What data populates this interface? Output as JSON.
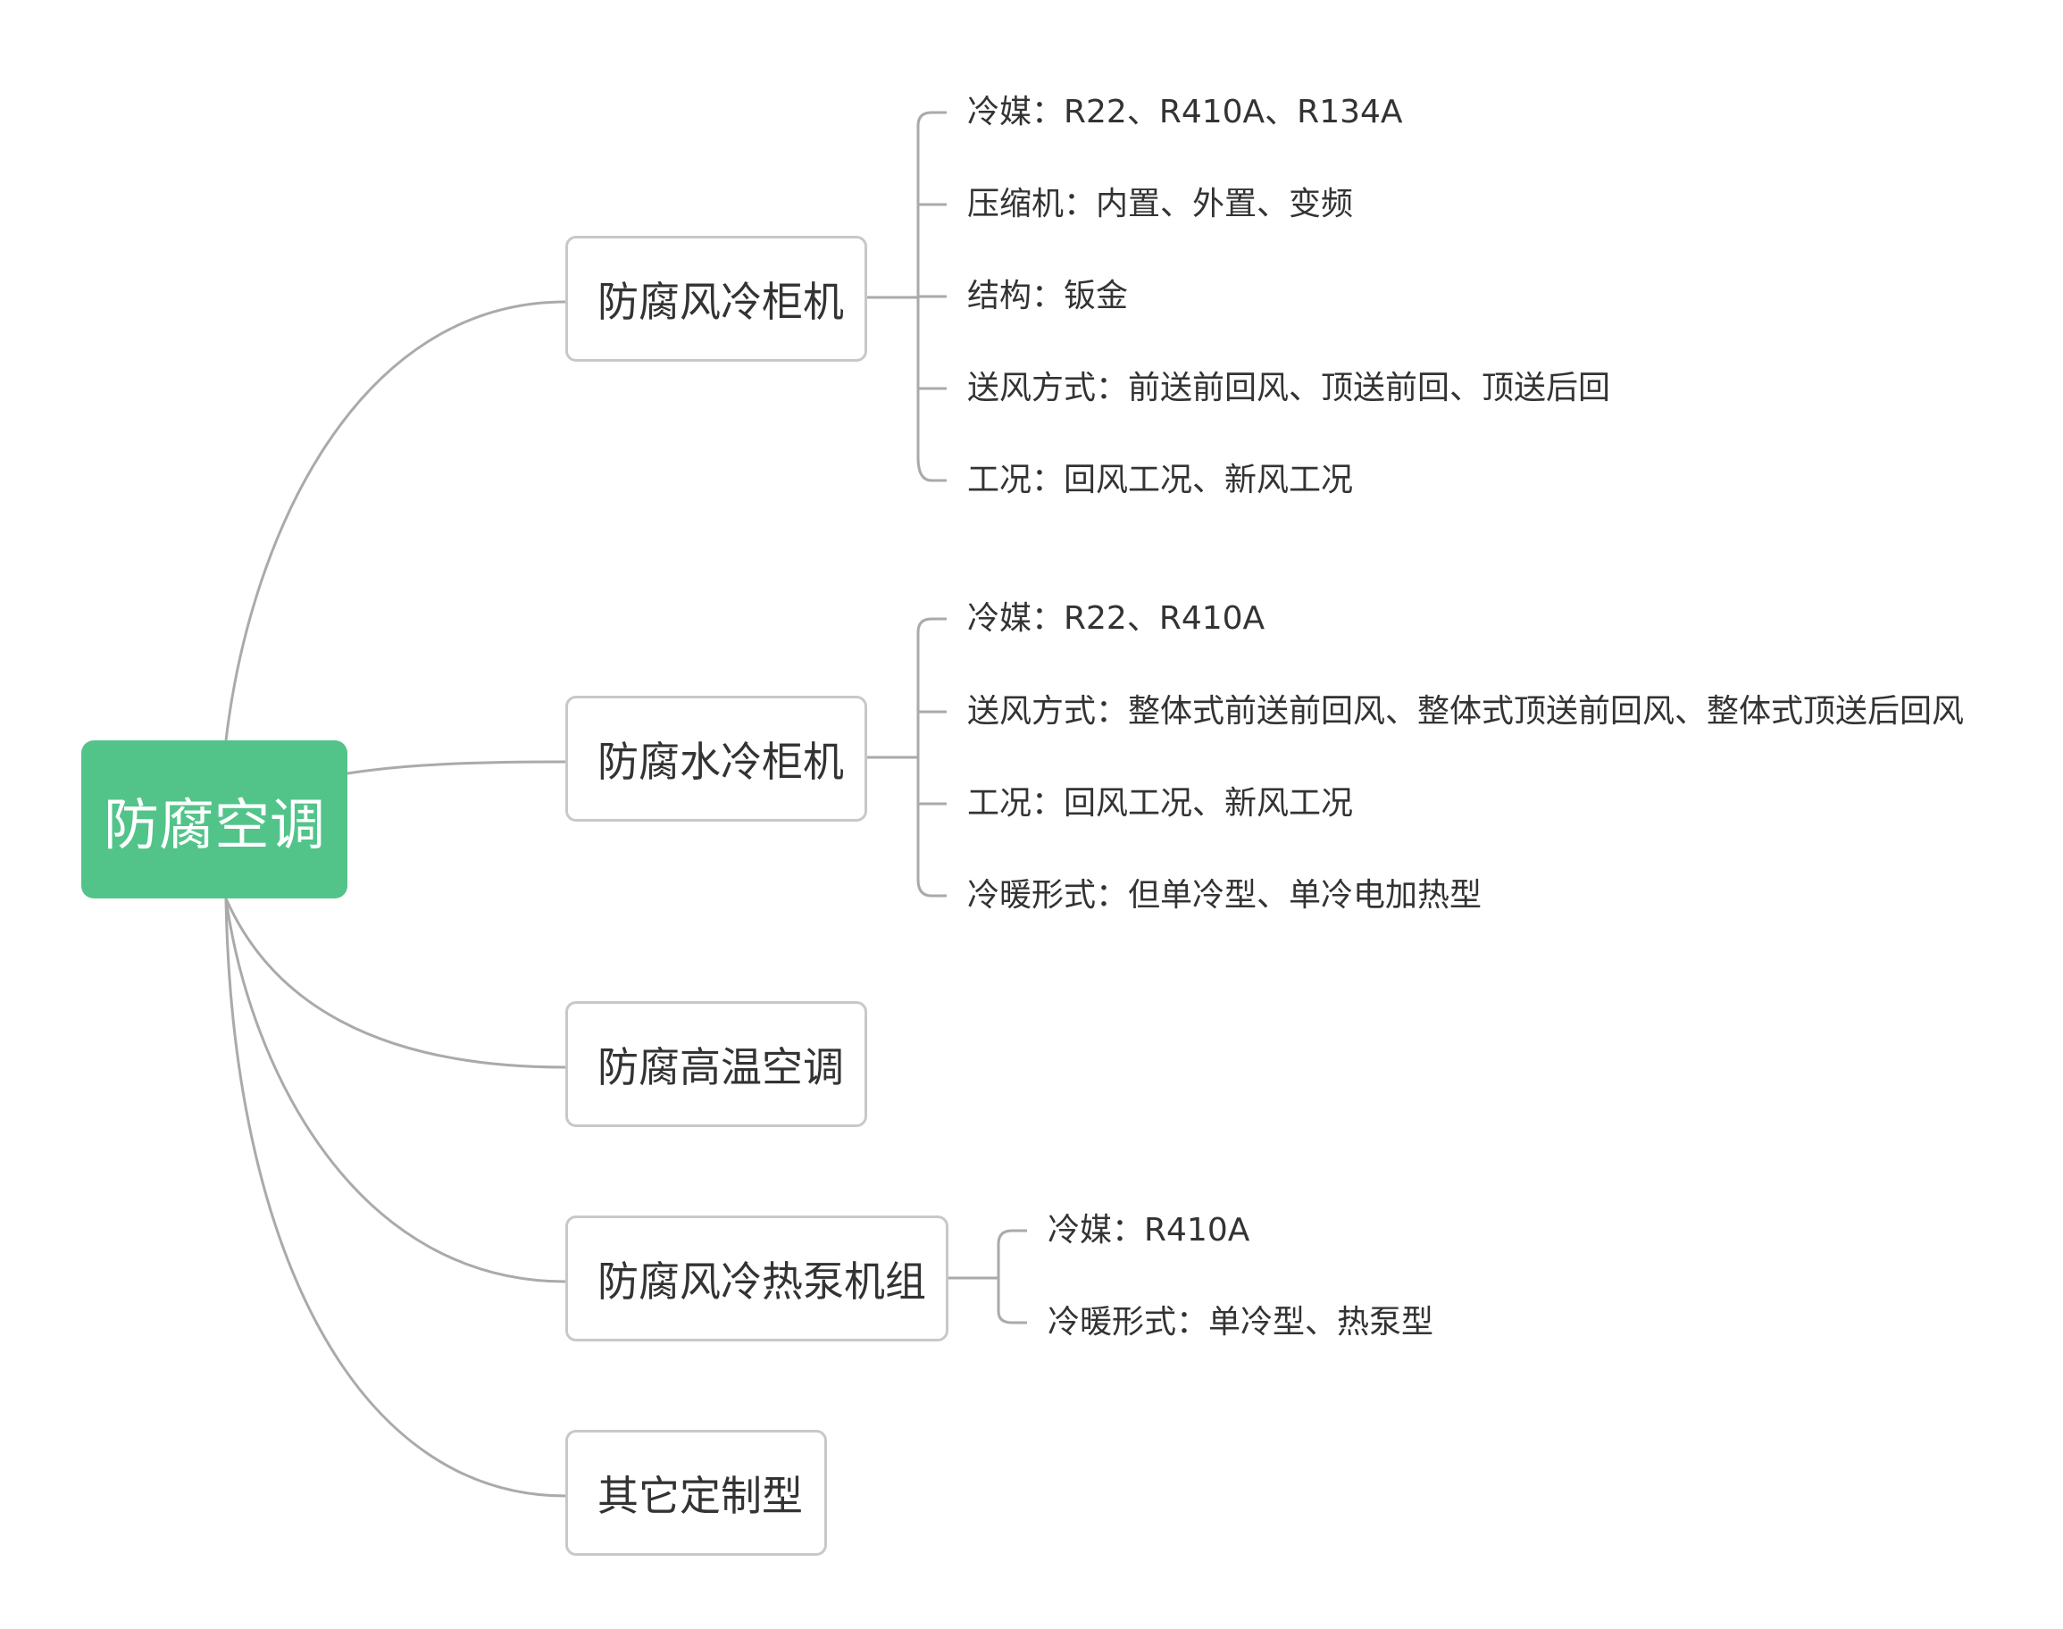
{
  "root": {
    "label": "防腐空调"
  },
  "branches": [
    {
      "label": "防腐风冷柜机",
      "leaves": [
        "冷媒：R22、R410A、R134A",
        "压缩机：内置、外置、变频",
        "结构：钣金",
        "送风方式：前送前回风、顶送前回、顶送后回",
        "工况：回风工况、新风工况"
      ]
    },
    {
      "label": "防腐水冷柜机",
      "leaves": [
        "冷媒：R22、R410A",
        "送风方式：整体式前送前回风、整体式顶送前回风、整体式顶送后回风",
        "工况：回风工况、新风工况",
        "冷暖形式：但单冷型、单冷电加热型"
      ]
    },
    {
      "label": "防腐高温空调",
      "leaves": []
    },
    {
      "label": "防腐风冷热泵机组",
      "leaves": [
        "冷媒：R410A",
        "冷暖形式：单冷型、热泵型"
      ]
    },
    {
      "label": "其它定制型",
      "leaves": []
    }
  ]
}
